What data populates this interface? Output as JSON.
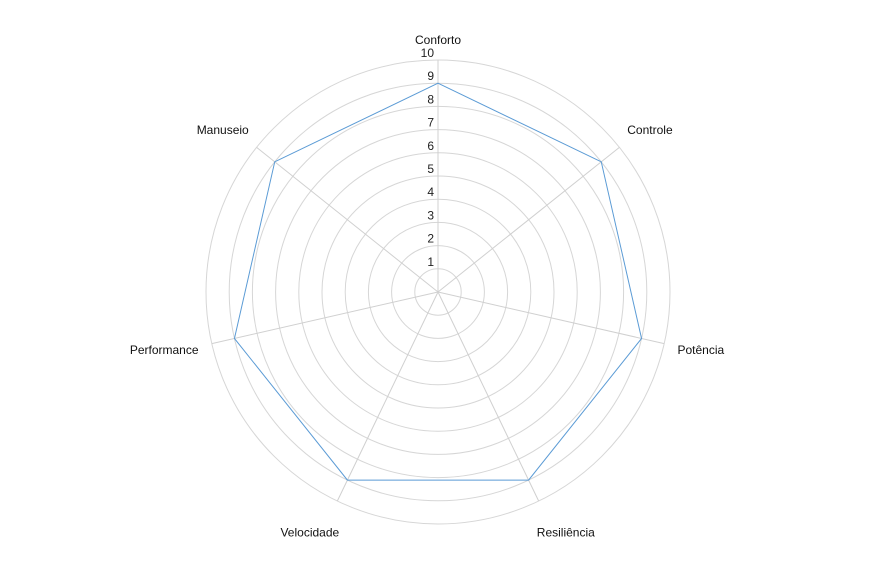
{
  "chart_data": {
    "type": "radar",
    "axes": [
      "Conforto",
      "Controle",
      "Potência",
      "Resiliência",
      "Velocidade",
      "Performance",
      "Manuseio"
    ],
    "ticks": [
      "1",
      "2",
      "3",
      "4",
      "5",
      "6",
      "7",
      "8",
      "9",
      "10"
    ],
    "range": [
      0,
      10
    ],
    "series": [
      {
        "values": [
          9,
          9,
          9,
          9,
          9,
          9,
          9
        ],
        "color": "#5b9bd5"
      }
    ],
    "grid": true,
    "legend": "none"
  }
}
